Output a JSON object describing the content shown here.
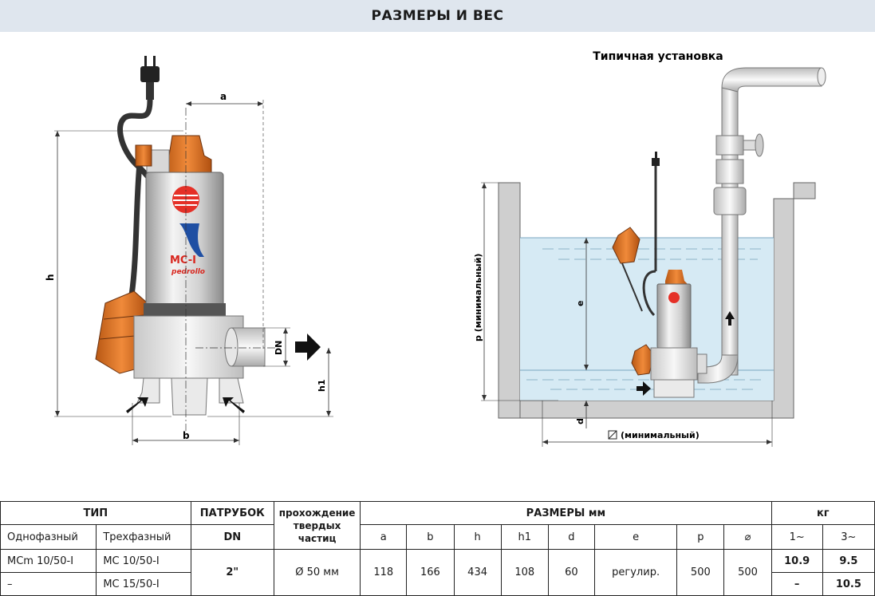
{
  "header": {
    "title": "РАЗМЕРЫ И ВЕС"
  },
  "drawing": {
    "install_title": "Типичная установка",
    "dim_a": "a",
    "dim_b": "b",
    "dim_h": "h",
    "dim_h1": "h1",
    "dim_dn": "DN",
    "dim_d": "d",
    "dim_e": "e",
    "dim_p": "p (минимальный)",
    "dim_width": "(минимальный)",
    "brand": "pedrollo",
    "model_mark": "MC-I",
    "colors": {
      "pump_orange": "#e0741f",
      "water": "#cfe6f2",
      "wall": "#cfcfcf",
      "steel": "#e8e8e8"
    }
  },
  "table": {
    "head": {
      "type": "ТИП",
      "port": "ПАТРУБОК",
      "solids": "прохождение твердых частиц",
      "dims": "РАЗМЕРЫ мм",
      "weight": "кг",
      "single_phase": "Однофазный",
      "three_phase": "Трехфазный",
      "dn": "DN",
      "cols": [
        "a",
        "b",
        "h",
        "h1",
        "d",
        "e",
        "p",
        "⌀"
      ],
      "w1": "1~",
      "w3": "3~"
    },
    "rows": [
      {
        "single": "MCm 10/50-I",
        "three": "MC 10/50-I",
        "kg1": "10.9",
        "kg3": "9.5"
      },
      {
        "single": "–",
        "three": "MC 15/50-I",
        "kg1": "–",
        "kg3": "10.5"
      }
    ],
    "shared": {
      "dn": "2\"",
      "solids": "Ø 50 мм",
      "a": "118",
      "b": "166",
      "h": "434",
      "h1": "108",
      "d": "60",
      "e": "регулир.",
      "p": "500",
      "diam": "500"
    }
  }
}
